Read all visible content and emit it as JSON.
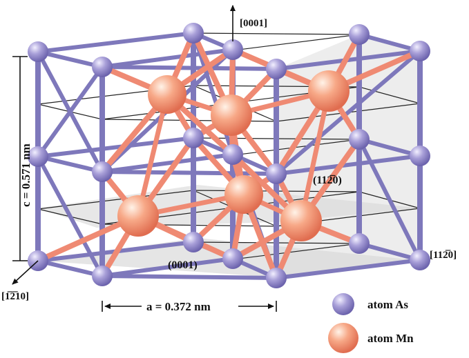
{
  "diagram": {
    "axis_c": "[0001]",
    "axis_a1": "[1̅2̅10]",
    "axis_a2": "[112̅0]",
    "plane_basal": "(0001)",
    "plane_prism": "(112̅0)",
    "dim_c": "c = 0.571 nm",
    "dim_a": "a = 0.372 nm"
  },
  "legend": {
    "as_label": "atom  As",
    "mn_label": "atom  Mn"
  },
  "colors": {
    "as_atom": "#9b92cf",
    "mn_atom": "#f39a78",
    "as_bond": "#7e78bb",
    "mn_bond": "#ef8a73",
    "plane_fill": "#c8c8c8"
  }
}
